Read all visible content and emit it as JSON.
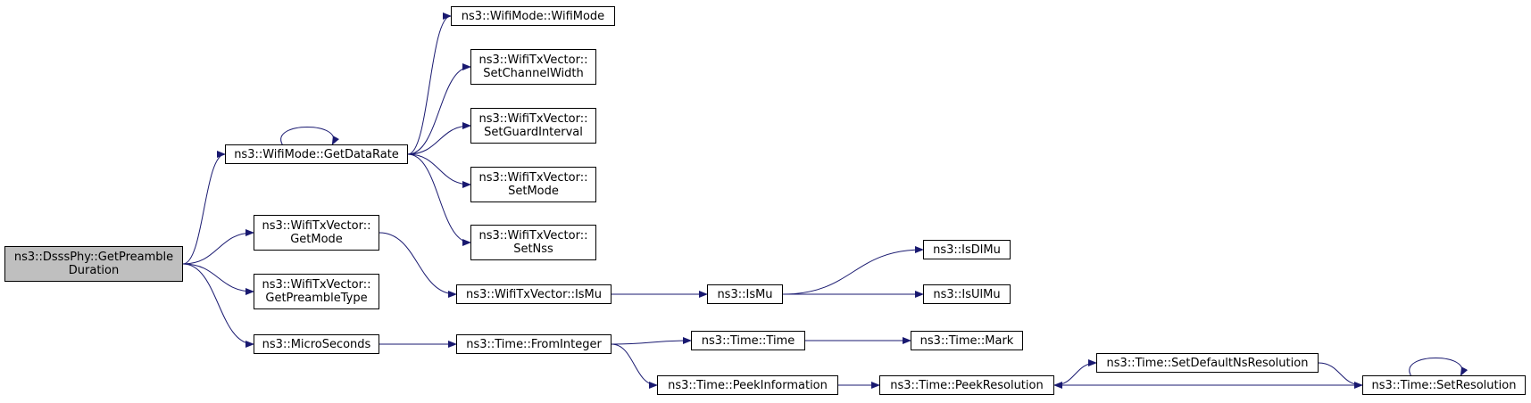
{
  "colors": {
    "edge": "#191970",
    "root_fill": "#bfbfbf",
    "node_fill": "#ffffff",
    "border": "#000000"
  },
  "nodes": {
    "root": {
      "line1": "ns3::DsssPhy::GetPreamble",
      "line2": "Duration"
    },
    "getdatarate": {
      "line1": "ns3::WifiMode::GetDataRate"
    },
    "wifimode": {
      "line1": "ns3::WifiMode::WifiMode"
    },
    "setchannelwidth": {
      "line1": "ns3::WifiTxVector::",
      "line2": "SetChannelWidth"
    },
    "setguardinterval": {
      "line1": "ns3::WifiTxVector::",
      "line2": "SetGuardInterval"
    },
    "setmode": {
      "line1": "ns3::WifiTxVector::",
      "line2": "SetMode"
    },
    "setnss": {
      "line1": "ns3::WifiTxVector::",
      "line2": "SetNss"
    },
    "getmode": {
      "line1": "ns3::WifiTxVector::",
      "line2": "GetMode"
    },
    "getpreambletype": {
      "line1": "ns3::WifiTxVector::",
      "line2": "GetPreambleType"
    },
    "microseconds": {
      "line1": "ns3::MicroSeconds"
    },
    "txvector_ismu": {
      "line1": "ns3::WifiTxVector::IsMu"
    },
    "ismu": {
      "line1": "ns3::IsMu"
    },
    "isdlmu": {
      "line1": "ns3::IsDlMu"
    },
    "isulmu": {
      "line1": "ns3::IsUlMu"
    },
    "frominteger": {
      "line1": "ns3::Time::FromInteger"
    },
    "time": {
      "line1": "ns3::Time::Time"
    },
    "mark": {
      "line1": "ns3::Time::Mark"
    },
    "peekinformation": {
      "line1": "ns3::Time::PeekInformation"
    },
    "peekresolution": {
      "line1": "ns3::Time::PeekResolution"
    },
    "setdefaultnsresolution": {
      "line1": "ns3::Time::SetDefaultNsResolution"
    },
    "setresolution": {
      "line1": "ns3::Time::SetResolution"
    }
  },
  "edges": [
    [
      "root",
      "getdatarate"
    ],
    [
      "root",
      "getmode"
    ],
    [
      "root",
      "getpreambletype"
    ],
    [
      "root",
      "microseconds"
    ],
    [
      "getdatarate",
      "getdatarate"
    ],
    [
      "getdatarate",
      "wifimode"
    ],
    [
      "getdatarate",
      "setchannelwidth"
    ],
    [
      "getdatarate",
      "setguardinterval"
    ],
    [
      "getdatarate",
      "setmode"
    ],
    [
      "getdatarate",
      "setnss"
    ],
    [
      "getmode",
      "txvector_ismu"
    ],
    [
      "txvector_ismu",
      "ismu"
    ],
    [
      "ismu",
      "isdlmu"
    ],
    [
      "ismu",
      "isulmu"
    ],
    [
      "microseconds",
      "frominteger"
    ],
    [
      "frominteger",
      "time"
    ],
    [
      "frominteger",
      "peekinformation"
    ],
    [
      "time",
      "mark"
    ],
    [
      "peekinformation",
      "peekresolution"
    ],
    [
      "peekresolution",
      "setdefaultnsresolution"
    ],
    [
      "setdefaultnsresolution",
      "setresolution"
    ],
    [
      "setresolution",
      "peekresolution"
    ],
    [
      "setresolution",
      "setresolution"
    ]
  ]
}
